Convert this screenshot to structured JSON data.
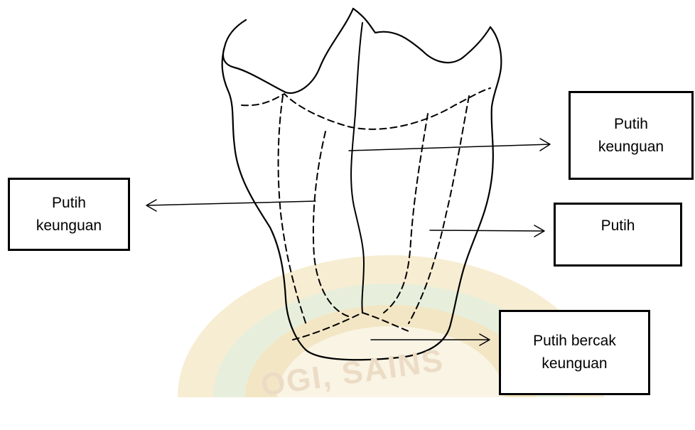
{
  "labels": {
    "top_right": "Putih\nkeunguan",
    "left": "Putih\nkeunguan",
    "mid_right": "Putih",
    "bottom_right": "Putih bercak\nkeunguan"
  },
  "watermark": {
    "text": "OGI, SAINS",
    "colors": {
      "outer": "#f5e6b8",
      "green": "#cfe3c4",
      "gold": "#efd9a6"
    }
  },
  "colors": {
    "ink": "#000000",
    "background": "#ffffff"
  }
}
